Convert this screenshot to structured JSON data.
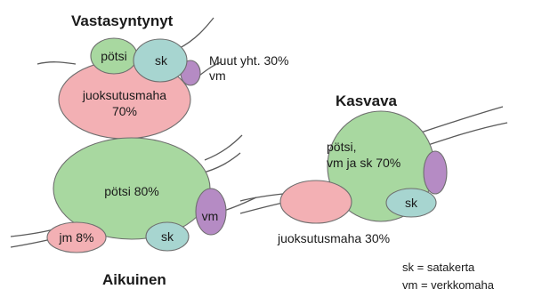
{
  "colors": {
    "rumen": "#a8d8a0",
    "abomasum": "#f3b0b4",
    "omasum": "#a7d5d0",
    "reticulum": "#b58bc4",
    "outline": "#6e6e6e",
    "text": "#1a1a1a"
  },
  "newborn": {
    "title": "Vastasyntynyt",
    "rumen": "pötsi",
    "omasum": "sk",
    "others_line1": "Muut yht. 30%",
    "others_line2": "vm",
    "abomasum_line1": "juoksutusmaha",
    "abomasum_line2": "70%"
  },
  "growing": {
    "title": "Kasvava",
    "rumen_line1": "pötsi,",
    "rumen_line2": "vm ja sk 70%",
    "omasum": "sk",
    "abomasum": "juoksutusmaha 30%"
  },
  "adult": {
    "title": "Aikuinen",
    "rumen": "pötsi 80%",
    "reticulum": "vm",
    "omasum": "sk",
    "abomasum": "jm 8%"
  },
  "legend": {
    "line1": "sk = satakerta",
    "line2": "vm = verkkomaha"
  }
}
